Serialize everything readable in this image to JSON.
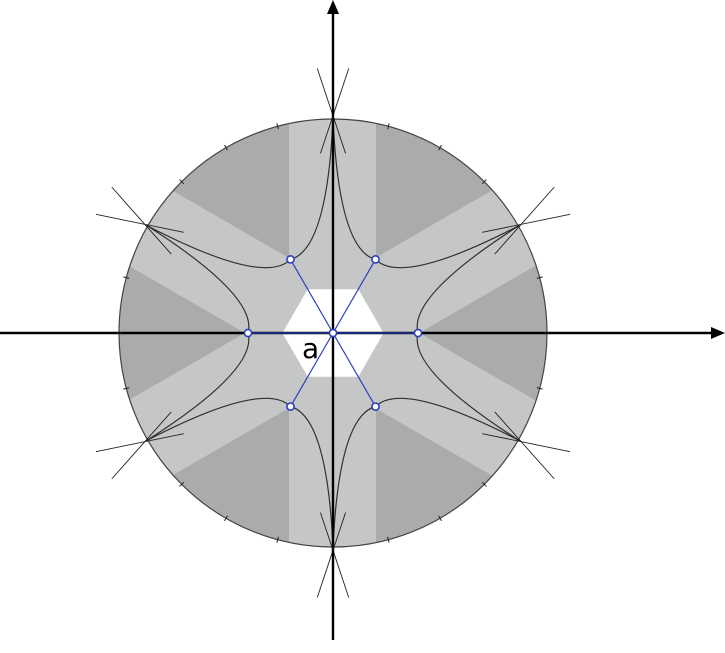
{
  "diagram": {
    "center_label": "a",
    "colors": {
      "background": "#ffffff",
      "disk_dark": "#a9acab",
      "stripe_light": "#c5c7c6",
      "center_hexagon": "#ffffff",
      "curve": "#2f2f2f",
      "axis": "#000000",
      "vector": "#2b3fbf",
      "point_fill": "#ffffff",
      "point_stroke": "#2b3fbf"
    },
    "point_count": 6,
    "asymptote_directions_count": 6
  }
}
